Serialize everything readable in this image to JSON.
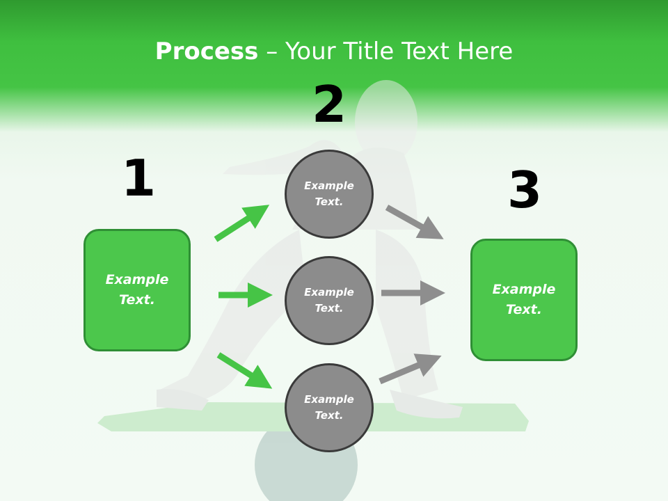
{
  "slide": {
    "title_bold": "Process",
    "title_sep": " – ",
    "title_rest": "Your Title Text Here"
  },
  "numbers": [
    "1",
    "2",
    "3"
  ],
  "left_box": {
    "line1": "Example",
    "line2": "Text."
  },
  "right_box": {
    "line1": "Example",
    "line2": "Text."
  },
  "circles": [
    {
      "line1": "Example",
      "line2": "Text."
    },
    {
      "line1": "Example",
      "line2": "Text."
    },
    {
      "line1": "Example",
      "line2": "Text."
    }
  ],
  "colors": {
    "accent_green": "#4cc74c",
    "circle_gray": "#8c8c8c",
    "arrow_green": "#46c446",
    "arrow_gray": "#8e8e8e"
  }
}
